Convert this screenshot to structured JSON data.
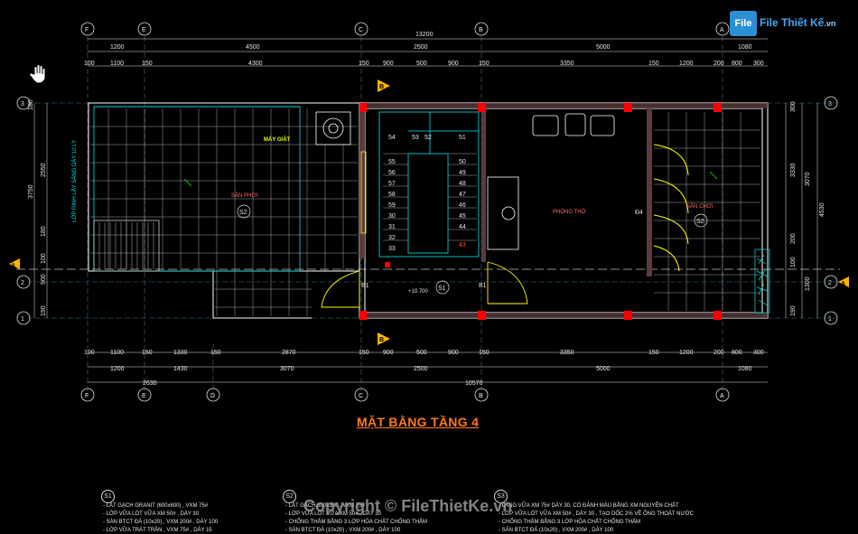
{
  "drawing": {
    "title": "MẶT BẰNG TẦNG 4",
    "watermark_logo": "File Thiết Kế",
    "watermark_domain": ".vn",
    "copyright": "Copyright © FileThietKe.vn",
    "cursor_icon": "hand-pan-icon"
  },
  "grid_axes": {
    "top": [
      "F",
      "E",
      "C",
      "B",
      "A"
    ],
    "bottom": [
      "F",
      "E",
      "D",
      "C",
      "B",
      "A"
    ],
    "left": [
      "3",
      "A",
      "2",
      "1"
    ],
    "right": [
      "3",
      "A",
      "2",
      "1"
    ],
    "section_marks": [
      "B",
      "B"
    ]
  },
  "dimensions": {
    "top_total": "13200",
    "top_row1": [
      "1200",
      "4500",
      "2500",
      "5000",
      "1080"
    ],
    "top_row2": [
      "100",
      "1100",
      "150",
      "4300",
      "150",
      "900",
      "500",
      "900",
      "150",
      "3350",
      "150",
      "1200",
      "200",
      "800",
      "300"
    ],
    "bottom_row1": [
      "100",
      "1100",
      "150",
      "1330",
      "150",
      "2870",
      "150",
      "900",
      "500",
      "900",
      "150",
      "3350",
      "150",
      "1200",
      "200",
      "800",
      "300"
    ],
    "bottom_row2": [
      "1200",
      "1430",
      "3070",
      "2500",
      "5000",
      "1080"
    ],
    "bottom_row3": [
      "2630",
      "10570"
    ],
    "left_col": [
      "180",
      "2550",
      "3750",
      "180",
      "100",
      "900",
      "190"
    ],
    "right_col": [
      "300",
      "3330",
      "3070",
      "4530",
      "200",
      "100",
      "1300",
      "190"
    ]
  },
  "rooms": {
    "san_phoi": "SÂN PHƠI",
    "phong_tho": "PHÒNG THỜ",
    "san_choi": "SÂN CHƠI",
    "may_giat": "MÁY GIẶT",
    "lop_rinh": "LỚP RINH LẤY SÁNG DÀY 10 LY",
    "level": "+10.700",
    "floor_tags": [
      "S2",
      "S1",
      "S2"
    ],
    "door_tags": [
      "B1",
      "B1",
      "Đ4"
    ]
  },
  "stairs": {
    "left_steps": [
      "54",
      "55",
      "56",
      "57",
      "58",
      "59",
      "30",
      "31",
      "32",
      "33"
    ],
    "right_steps": [
      "51",
      "50",
      "49",
      "48",
      "47",
      "46",
      "45",
      "44",
      "43"
    ],
    "top_steps": [
      "53",
      "52"
    ]
  },
  "notes": [
    {
      "tag": "S1",
      "lines": [
        "- LÁT GẠCH GRANIT (600x600) , VXM 75#",
        "- LỚP VỮA LÓT VỮA XM 50# , DÀY 30",
        "- SÀN BTCT ĐÁ (10x20) , VXM 200# , DÀY 100",
        "- LỚP VỮA TRÁT TRẦN , VXM 75# , DÀY 15"
      ]
    },
    {
      "tag": "S2",
      "lines": [
        "- LÁT GẠCH 300x300 , VXM 75#",
        "- LỚP VỮA LÓT VỮA XM 50# , DÀY 30",
        "- CHỐNG THẤM BẰNG 3 LỚP HÓA CHẤT CHỐNG THẤM",
        "- SÀN BTCT ĐÁ (10x20) , VXM 200# , DÀY 100"
      ]
    },
    {
      "tag": "S3",
      "lines": [
        "- LÁNG VỮA XM 75# DÀY 30, CÓ ĐÁNH MÀU BẰNG XM NGUYÊN CHẤT",
        "- LỚP VỮA LÓT VỮA XM 50# , DÀY 30 , TẠO DỐC 2% VỀ ỐNG THOÁT NƯỚC",
        "- CHỐNG THẤM BẰNG 3 LỚP HÓA CHẤT CHỐNG THẤM",
        "- SÀN BTCT ĐÁ (10x20) , VXM 200# , DÀY 100"
      ]
    }
  ],
  "colors": {
    "background": "#000000",
    "wall": "#ffffff",
    "wall_hatch": "#c9a0a0",
    "dimension": "#e6e6e6",
    "grid": "#00ffff",
    "title": "#ff7a1a",
    "column": "#ff0000",
    "door": "#ffff00",
    "room_label": "#ff6a6a",
    "tile": "#d0d0d0"
  }
}
